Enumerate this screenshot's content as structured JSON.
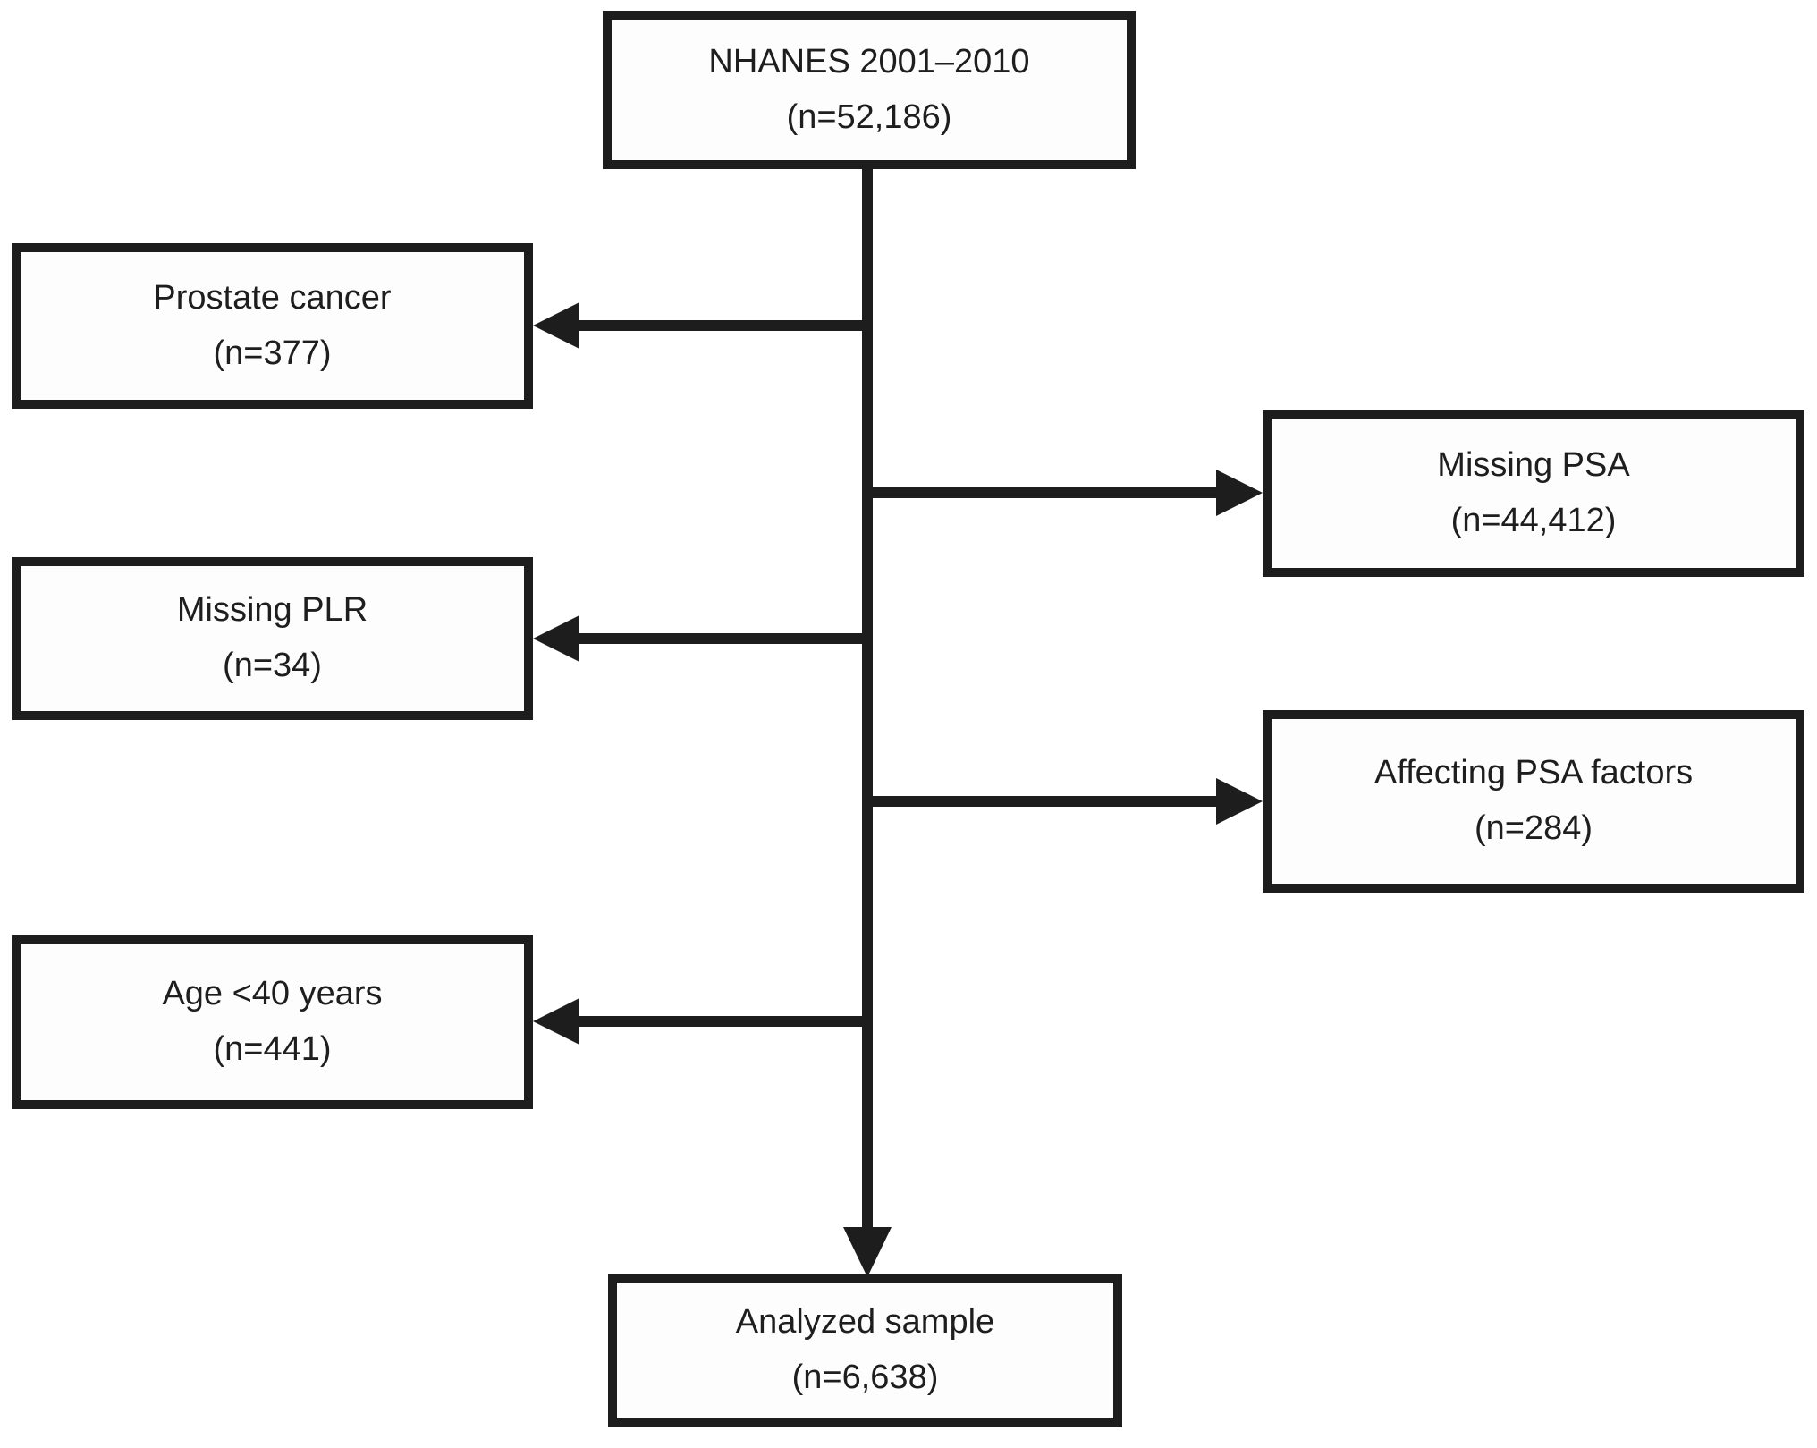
{
  "figure": {
    "kind": "study-flow-diagram"
  },
  "colors": {
    "background": "#ffffff",
    "line": "#1d1d1d",
    "text": "#1e1e1e"
  },
  "nodes": {
    "source": {
      "label": "NHANES 2001–2010",
      "n": "(n=52,186)"
    },
    "prostate_cancer": {
      "label": "Prostate cancer",
      "n": "(n=377)"
    },
    "missing_psa": {
      "label": "Missing PSA",
      "n": "(n=44,412)"
    },
    "missing_plr": {
      "label": "Missing PLR",
      "n": "(n=34)"
    },
    "affecting_psa_factors": {
      "label": "Affecting PSA factors",
      "n": "(n=284)"
    },
    "age_under_40": {
      "label": "Age <40 years",
      "n": "(n=441)"
    },
    "analyzed_sample": {
      "label": "Analyzed sample",
      "n": "(n=6,638)"
    }
  },
  "edges": [
    {
      "from": "source",
      "to": "prostate_cancer",
      "direction": "left"
    },
    {
      "from": "source",
      "to": "missing_psa",
      "direction": "right"
    },
    {
      "from": "source",
      "to": "missing_plr",
      "direction": "left"
    },
    {
      "from": "source",
      "to": "affecting_psa_factors",
      "direction": "right"
    },
    {
      "from": "source",
      "to": "age_under_40",
      "direction": "left"
    },
    {
      "from": "source",
      "to": "analyzed_sample",
      "direction": "down"
    }
  ]
}
